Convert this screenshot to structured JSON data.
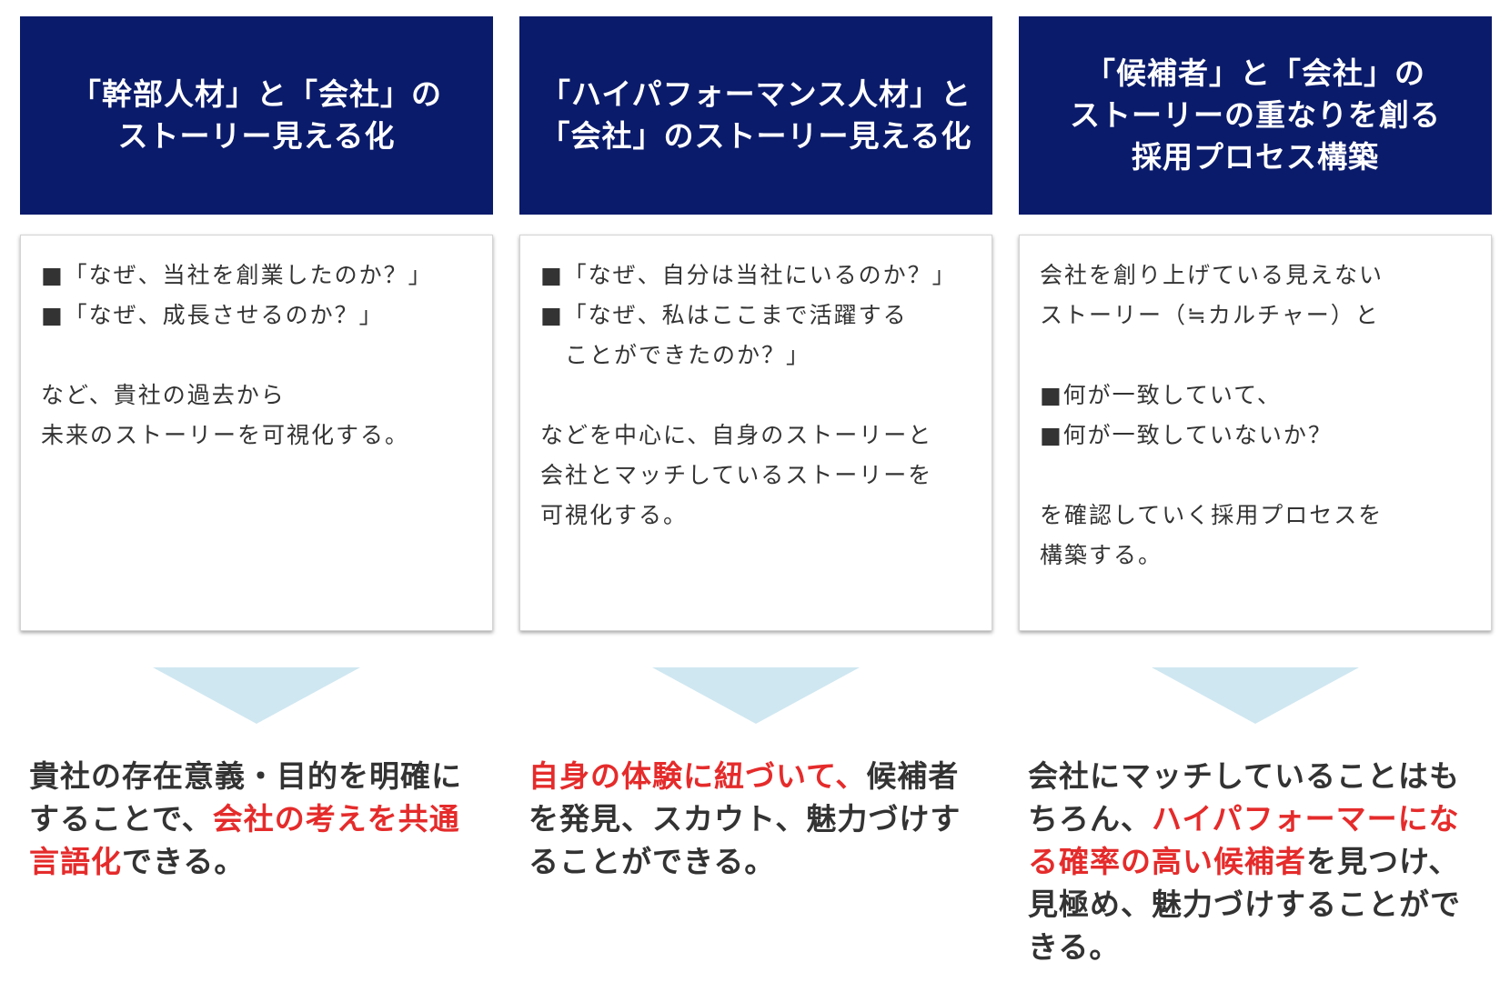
{
  "colors": {
    "header_bg": "#0b1b6b",
    "header_text": "#ffffff",
    "arrow": "#cfe7f1",
    "highlight": "#e52b2b",
    "text": "#333333"
  },
  "columns": [
    {
      "title": "「幹部人材」と「会社」の\nストーリー見える化",
      "body": [
        "■「なぜ、当社を創業したのか？」",
        "■「なぜ、成長させるのか？」",
        "",
        "など、貴社の過去から",
        "未来のストーリーを可視化する。"
      ],
      "conclusion": [
        {
          "text": "貴社の存在意義・目的を明確にすることで、",
          "highlight": false
        },
        {
          "text": "会社の考えを共通言語化",
          "highlight": true
        },
        {
          "text": "できる。",
          "highlight": false
        }
      ]
    },
    {
      "title": "「ハイパフォーマンス人材」と\n「会社」のストーリー見える化",
      "body": [
        "■「なぜ、自分は当社にいるのか？」",
        "■「なぜ、私はここまで活躍する",
        "　ことができたのか？」",
        "",
        "などを中心に、自身のストーリーと",
        "会社とマッチしているストーリーを",
        "可視化する。"
      ],
      "conclusion": [
        {
          "text": "自身の体験に紐づいて、",
          "highlight": true
        },
        {
          "text": "候補者を発見、スカウト、魅力づけすることができる。",
          "highlight": false
        }
      ]
    },
    {
      "title": "「候補者」と「会社」の\nストーリーの重なりを創る\n採用プロセス構築",
      "body": [
        "会社を創り上げている見えない",
        "ストーリー（≒カルチャー）と",
        "",
        "■何が一致していて、",
        "■何が一致していないか？",
        "",
        "を確認していく採用プロセスを",
        "構築する。"
      ],
      "conclusion": [
        {
          "text": "会社にマッチしていることはもちろん、",
          "highlight": false
        },
        {
          "text": "ハイパフォーマーになる確率の高い候補者",
          "highlight": true
        },
        {
          "text": "を見つけ、見極め、魅力づけすることができる。",
          "highlight": false
        }
      ]
    }
  ]
}
